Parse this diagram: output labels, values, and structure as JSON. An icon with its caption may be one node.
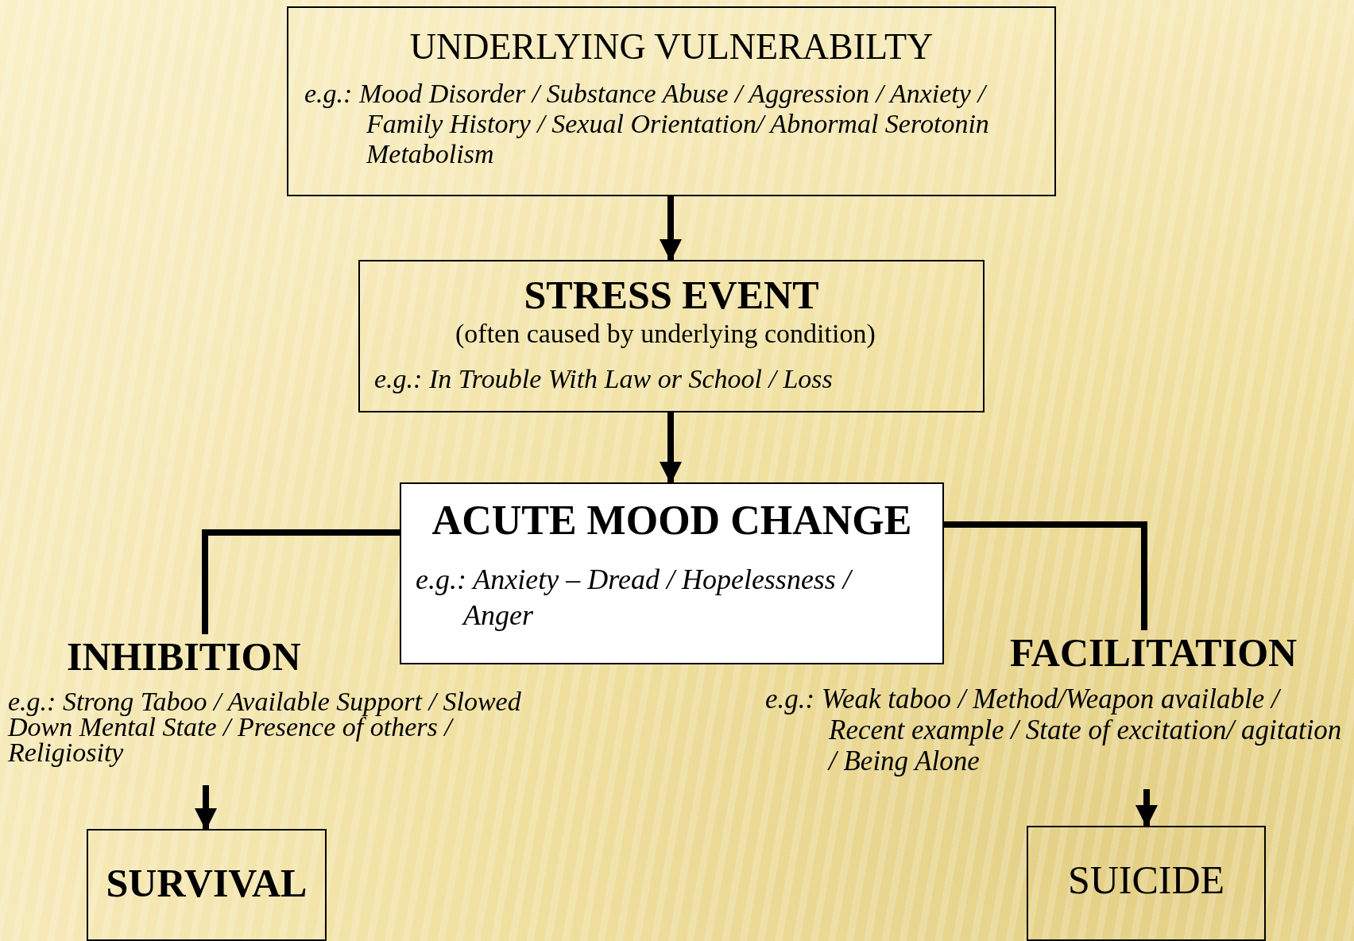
{
  "diagram": {
    "nodes": [
      {
        "text": [
          "UNDERLYING VULNERABILTY",
          "e.g.: Mood Disorder / Substance Abuse / Aggression / Anxiety / Family History / Sexual Orientation/ Abnormal Serotonin Metabolism"
        ]
      },
      {
        "text": [
          "STRESS EVENT",
          "(often caused by underlying condition)",
          "e.g.: In Trouble With Law or School / Loss"
        ]
      },
      {
        "text": [
          "ACUTE MOOD CHANGE",
          "e.g.: Anxiety – Dread / Hopelessness / Anger"
        ]
      },
      {
        "text": [
          "INHIBITION",
          "e.g.: Strong Taboo / Available Support / Slowed Down Mental State / Presence of others / Religiosity"
        ]
      },
      {
        "text": [
          "FACILITATION",
          "e.g.: Weak taboo / Method/Weapon available / Recent example / State of excitation/ agitation / Being Alone"
        ]
      },
      {
        "text": [
          "SURVIVAL"
        ]
      },
      {
        "text": [
          "SUICIDE"
        ]
      }
    ],
    "edges": [
      {
        "from": 0,
        "to": 1,
        "arrow": "to"
      },
      {
        "from": 1,
        "to": 2,
        "arrow": "to"
      },
      {
        "from": 2,
        "to": 3,
        "arrow": "none"
      },
      {
        "from": 2,
        "to": 4,
        "arrow": "none"
      },
      {
        "from": 3,
        "to": 5,
        "arrow": "to"
      },
      {
        "from": 4,
        "to": 6,
        "arrow": "to"
      }
    ]
  }
}
